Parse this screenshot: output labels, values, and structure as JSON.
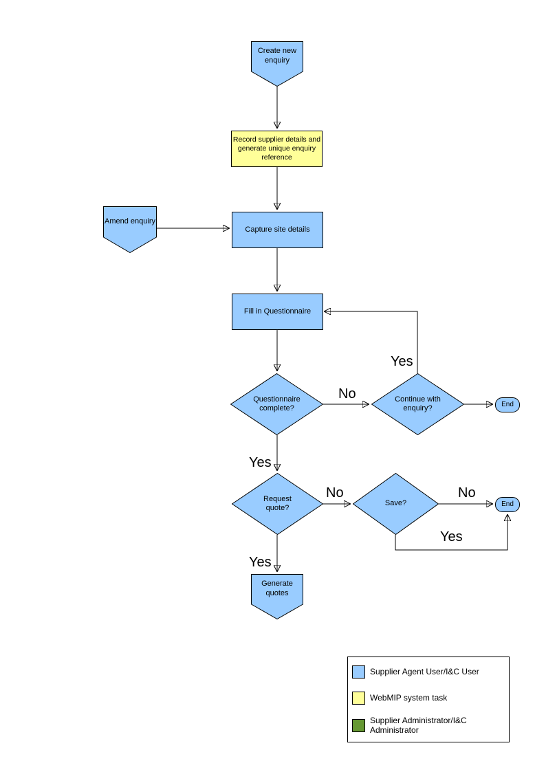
{
  "colors": {
    "node_blue": "#99CCFF",
    "task_yellow": "#FFFF99",
    "admin_green": "#669933",
    "line_black": "#000000"
  },
  "nodes": {
    "create_new_enquiry": {
      "label": "Create new enquiry"
    },
    "record_supplier_details": {
      "label": "Record supplier details and generate unique enquiry reference"
    },
    "capture_site_details": {
      "label": "Capture site details"
    },
    "amend_enquiry": {
      "label": "Amend enquiry"
    },
    "fill_in_questionnaire": {
      "label": "Fill in Questionnaire"
    },
    "questionnaire_complete": {
      "label": "Questionnaire complete?"
    },
    "continue_with_enquiry": {
      "label": "Continue with enquiry?"
    },
    "end_after_continue": {
      "label": "End"
    },
    "request_quote": {
      "label": "Request quote?"
    },
    "save": {
      "label": "Save?"
    },
    "end_after_save": {
      "label": "End"
    },
    "generate_quotes": {
      "label": "Generate quotes"
    }
  },
  "edge_labels": {
    "continue_yes": "Yes",
    "questionnaire_no": "No",
    "questionnaire_yes": "Yes",
    "request_no": "No",
    "save_no": "No",
    "save_yes": "Yes",
    "request_yes": "Yes"
  },
  "legend": {
    "items": [
      {
        "label": "Supplier Agent User/I&C User",
        "color": "#99CCFF"
      },
      {
        "label": "WebMIP system task",
        "color": "#FFFF99"
      },
      {
        "label": "Supplier Administrator/I&C Administrator",
        "color": "#669933"
      }
    ]
  }
}
